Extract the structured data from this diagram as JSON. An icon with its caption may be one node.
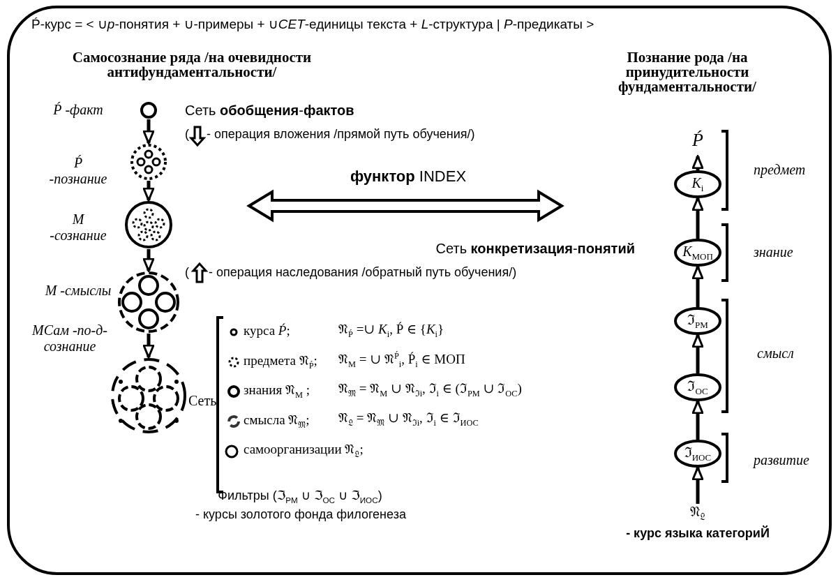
{
  "diagram": {
    "title": "Ṕ-курс = < ∪*p*-понятия + ∪-примеры + ∪*CET*-единицы текста + *L*-структура | *P*-предикаты >",
    "nodes": [
      {
        "text": [],
        "shape": "circle",
        "beside": [
          "Ṕ -факт"
        ]
      },
      {
        "text": [],
        "shape": "circle",
        "beside": [
          "Ṕ -познание"
        ]
      },
      {
        "text": [],
        "shape": "circle",
        "beside": [
          "M -сознание"
        ]
      },
      {
        "text": [],
        "shape": "circle",
        "beside": [
          "M -смыслы"
        ]
      },
      {
        "text": [],
        "shape": "circle",
        "beside": [
          "MСам -по-д-сознание"
        ]
      },
      {
        "text": [
          "Ṕ"
        ]
      },
      {
        "text": [
          "*K*$_{i}$"
        ]
      },
      {
        "text": [
          "*K*$_{МОП}$"
        ]
      },
      {
        "text": [
          "ℑ$_{РМ}$"
        ]
      },
      {
        "text": [
          "ℑ$_{ОС}$"
        ]
      },
      {
        "text": [
          "ℑ$_{ИОС}$"
        ]
      },
      {
        "text": [
          "𝔑$_{𝔏}$",
          "- курс языка категориЙ"
        ]
      }
    ],
    "edges": [
      {
        "from": 0,
        "to": 1,
        "arrow": "to"
      },
      {
        "from": 1,
        "to": 2,
        "arrow": "to"
      },
      {
        "from": 2,
        "to": 3,
        "arrow": "to"
      },
      {
        "from": 3,
        "to": 4,
        "arrow": "to"
      },
      {
        "from": 11,
        "to": 10,
        "arrow": "to"
      },
      {
        "from": 10,
        "to": 9,
        "arrow": "to"
      },
      {
        "from": 9,
        "to": 8,
        "arrow": "to"
      },
      {
        "from": 8,
        "to": 7,
        "arrow": "to"
      },
      {
        "from": 7,
        "to": 6,
        "arrow": "to"
      },
      {
        "from": 6,
        "to": 5,
        "arrow": "to"
      }
    ],
    "labels": [
      "Самосознание ряда /на очевидности антифундаментальности/",
      "Познание рода /на принудительности фундаментальности/",
      "Сеть **обобщения**-**фактов**",
      "(",
      "- операция вложения /прямой путь обучения/)",
      "предмет",
      "**функтор** INDEX",
      "Сеть **конкретизация**-**понятий**",
      "знание",
      "(",
      "- операция наследования /обратный путь обучения/)",
      "смысл",
      "Сеть",
      "𝔑$_{Ṕ}$ =∪ *K*$_{i}$, Ṕ ∈ {*K*$_{i}$}",
      "𝔑$_{M}$ = ∪ 𝔑$^{Ṕ}$$_{i}$, Ṕ$_{i}$ ∈ МОП",
      "𝔑$_{𝔐}$ = 𝔑$_{M}$ ∪ 𝔑$_{ℑi}$, ℑ$_{i}$ ∈ (ℑ$_{РМ}$ ∪ ℑ$_{ОС}$)",
      "𝔑$_{𝔏}$ = 𝔑$_{𝔐}$ ∪ 𝔑$_{ℑi}$, ℑ$_{i}$ ∈ ℑ$_{ИОС}$",
      "развитие",
      "Фильтры (ℑ$_{РМ}$ ∪ ℑ$_{ОС}$ ∪ ℑ$_{ИОС}$)",
      "- курсы золотого фонда филогенеза"
    ],
    "legend": [
      {
        "text": "курса *Ṕ*;"
      },
      {
        "text": "предмета 𝔑$_{Ṕ}$;"
      },
      {
        "text": "знания 𝔑$_{M}$ ;"
      },
      {
        "text": "смысла 𝔑$_{𝔐}$;"
      },
      {
        "text": "самоорганизации 𝔑$_{𝔏}$;"
      }
    ]
  }
}
